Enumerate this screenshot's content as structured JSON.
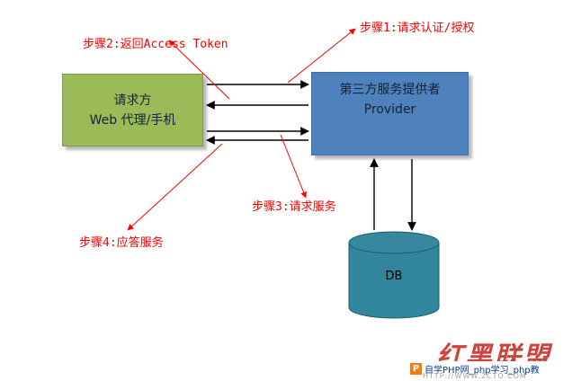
{
  "client": {
    "line1": "请求方",
    "line2": "Web 代理/手机"
  },
  "provider": {
    "line1": "第三方服务提供者",
    "line2": "Provider"
  },
  "database": {
    "label": "DB"
  },
  "steps": {
    "step1": "步骤1:请求认证/授权",
    "step2": "步骤2:返回Access Token",
    "step3": "步骤3:请求服务",
    "step4": "步骤4:应答服务"
  },
  "watermark": {
    "brand": "红黑联盟",
    "bar_icon": "P",
    "bar_text": "自学PHP网_php学习_php教",
    "url": "HTTP://WWW.2CTO.COM"
  },
  "colors": {
    "client_fill": "#9bbb59",
    "provider_fill": "#4f81bd",
    "db_fill": "#31859c",
    "step_text": "#ff0000"
  }
}
